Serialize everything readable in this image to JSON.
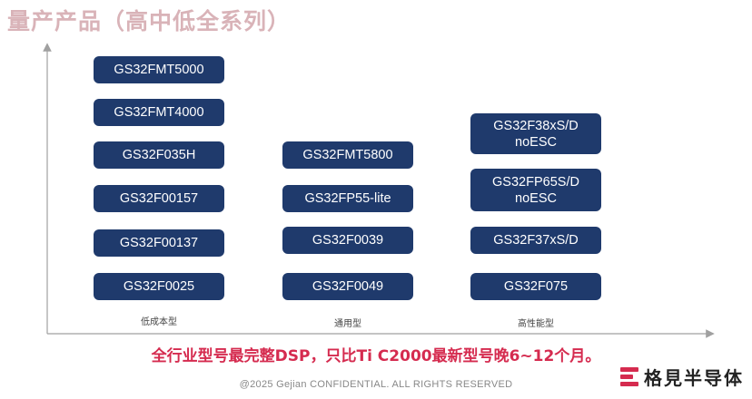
{
  "title": "量产产品（高中低全系列）",
  "columns": [
    {
      "category": "低成本型",
      "items": [
        "GS32FMT5000",
        "GS32FMT4000",
        "GS32F035H",
        "GS32F00157",
        "GS32F00137",
        "GS32F0025"
      ]
    },
    {
      "category": "通用型",
      "items": [
        "GS32FMT5800",
        "GS32FP55-lite",
        "GS32F0039",
        "GS32F0049"
      ]
    },
    {
      "category": "高性能型",
      "items": [
        {
          "line1": "GS32F38xS/D",
          "line2": "noESC"
        },
        {
          "line1": "GS32FP65S/D",
          "line2": "noESC"
        },
        "GS32F37xS/D",
        "GS32F075"
      ]
    }
  ],
  "headline": "全行业型号最完整DSP，只比Ti C2000最新型号晚6~12个月。",
  "footer": "@2025 Gejian CONFIDENTIAL. ALL RIGHTS RESERVED",
  "logo": {
    "text": "格見半导体",
    "icon": "stacked-bars-logo-icon"
  },
  "colors": {
    "chip": "#1f3a6c",
    "accent": "#d52b4f",
    "title": "#d9b3b8"
  }
}
